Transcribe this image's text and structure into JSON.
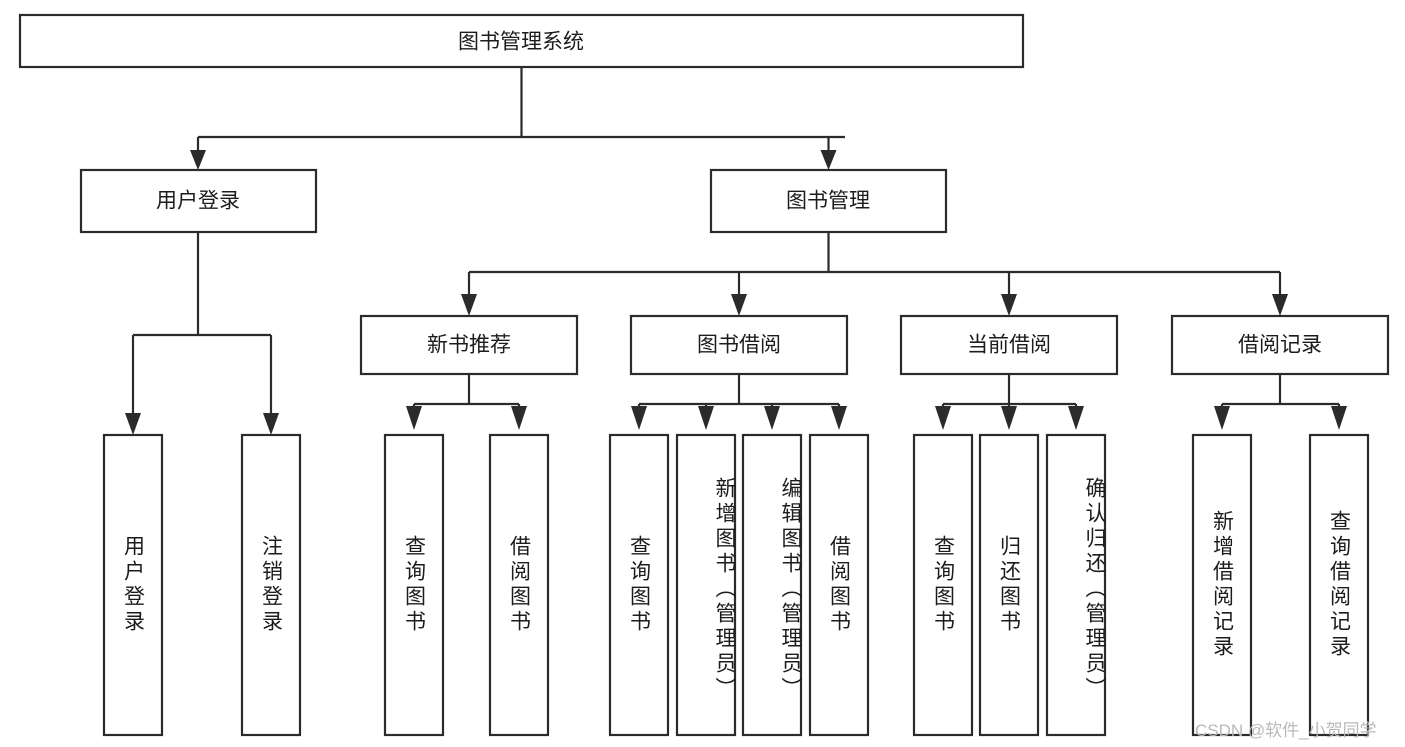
{
  "diagram": {
    "title": "图书管理系统",
    "orientation": "top-down-tree",
    "root": {
      "label": "图书管理系统"
    },
    "level2": [
      {
        "label": "用户登录"
      },
      {
        "label": "图书管理"
      }
    ],
    "level3": [
      {
        "label": "新书推荐"
      },
      {
        "label": "图书借阅"
      },
      {
        "label": "当前借阅"
      },
      {
        "label": "借阅记录"
      }
    ],
    "leaves": {
      "user_login": [
        {
          "label": "用户登录"
        },
        {
          "label": "注销登录"
        }
      ],
      "new_book_recommend": [
        {
          "label": "查询图书"
        },
        {
          "label": "借阅图书"
        }
      ],
      "book_borrow": [
        {
          "label": "查询图书"
        },
        {
          "label": "新增图书（管理员）"
        },
        {
          "label": "编辑图书（管理员）"
        },
        {
          "label": "借阅图书"
        }
      ],
      "current_borrow": [
        {
          "label": "查询图书"
        },
        {
          "label": "归还图书"
        },
        {
          "label": "确认归还（管理员）"
        }
      ],
      "borrow_record": [
        {
          "label": "新增借阅记录"
        },
        {
          "label": "查询借阅记录"
        }
      ]
    }
  },
  "watermark": {
    "text": "CSDN @软件_小贺同学"
  },
  "colors": {
    "stroke": "#2b2b2b",
    "box_fill": "#ffffff",
    "text": "#1c1c1c",
    "watermark": "#b9b9b9",
    "background": "#ffffff"
  }
}
